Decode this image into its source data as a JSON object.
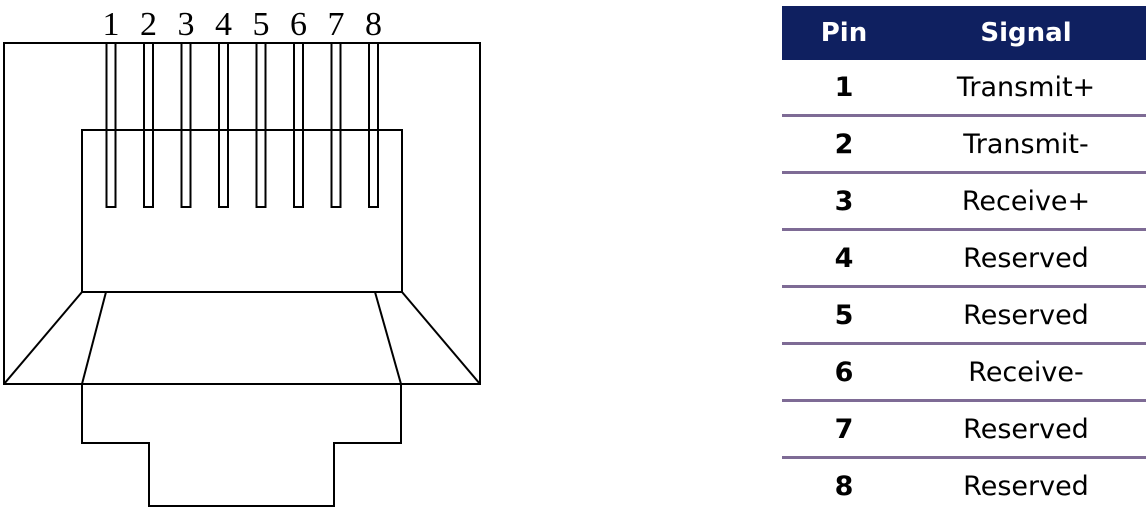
{
  "pin_numbers": [
    "1",
    "2",
    "3",
    "4",
    "5",
    "6",
    "7",
    "8"
  ],
  "table": {
    "header_color": "#0f2060",
    "row_divider_color": "#7e6b95",
    "headers": {
      "pin": "Pin",
      "signal": "Signal"
    },
    "rows": [
      {
        "pin": "1",
        "signal": "Transmit+"
      },
      {
        "pin": "2",
        "signal": "Transmit-"
      },
      {
        "pin": "3",
        "signal": "Receive+"
      },
      {
        "pin": "4",
        "signal": "Reserved"
      },
      {
        "pin": "5",
        "signal": "Reserved"
      },
      {
        "pin": "6",
        "signal": "Receive-"
      },
      {
        "pin": "7",
        "signal": "Reserved"
      },
      {
        "pin": "8",
        "signal": "Reserved"
      }
    ]
  }
}
